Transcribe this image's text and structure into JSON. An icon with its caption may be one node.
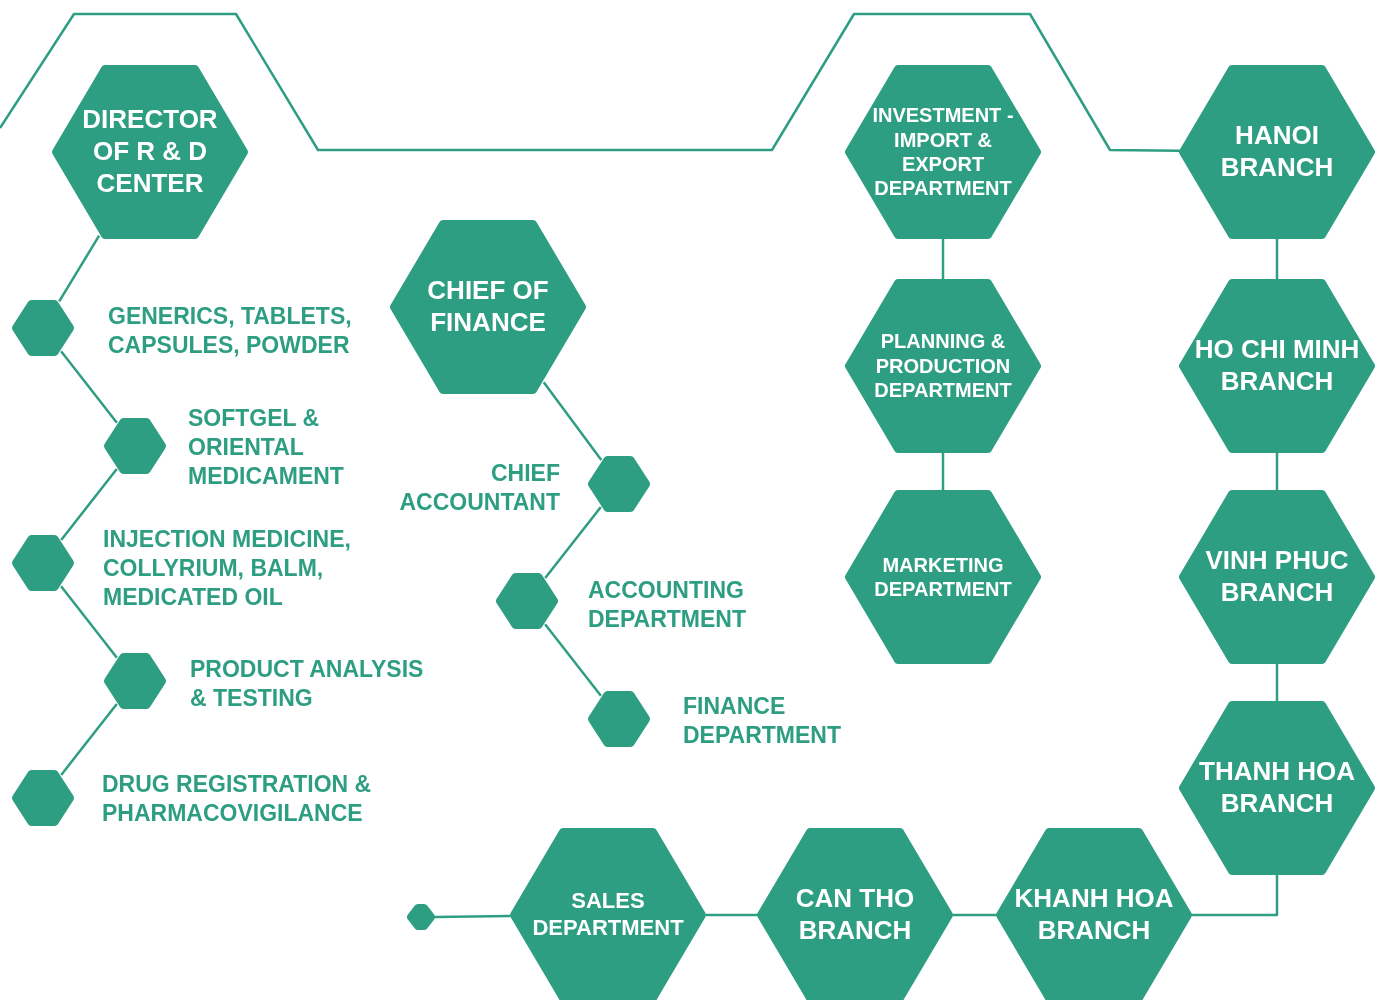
{
  "diagram": {
    "nodes": [
      {
        "text": [
          "DIRECTOR OF R & D CENTER"
        ]
      },
      {
        "text": [],
        "shape": "hexagon",
        "beside": [
          "GENERICS, TABLETS, CAPSULES, POWDER"
        ]
      },
      {
        "text": [],
        "shape": "hexagon",
        "beside": [
          "SOFTGEL & ORIENTAL MEDICAMENT"
        ]
      },
      {
        "text": [],
        "shape": "hexagon",
        "beside": [
          "INJECTION MEDICINE, COLLYRIUM, BALM, MEDICATED OIL"
        ]
      },
      {
        "text": [],
        "shape": "hexagon",
        "beside": [
          "PRODUCT ANALYSIS & TESTING"
        ]
      },
      {
        "text": [],
        "shape": "hexagon",
        "beside": [
          "DRUG REGISTRATION & PHARMACOVIGILANCE"
        ]
      },
      {
        "text": [
          "CHIEF OF FINANCE"
        ]
      },
      {
        "text": [],
        "shape": "hexagon",
        "beside": [
          "CHIEF ACCOUNTANT"
        ]
      },
      {
        "text": [],
        "shape": "hexagon",
        "beside": [
          "ACCOUNTING DEPARTMENT"
        ]
      },
      {
        "text": [],
        "shape": "hexagon",
        "beside": [
          "FINANCE DEPARTMENT"
        ]
      },
      {
        "text": [
          "INVESTMENT - IMPORT & EXPORT DEPARTMENT"
        ]
      },
      {
        "text": [
          "PLANNING & PRODUCTION DEPARTMENT"
        ]
      },
      {
        "text": [
          "MARKETING DEPARTMENT"
        ]
      },
      {
        "text": [
          "HANOI BRANCH"
        ]
      },
      {
        "text": [
          "HO CHI MINH BRANCH"
        ]
      },
      {
        "text": [
          "VINH PHUC BRANCH"
        ]
      },
      {
        "text": [
          "THANH HOA BRANCH"
        ]
      },
      {
        "text": [
          "KHANH HOA BRANCH"
        ]
      },
      {
        "text": [
          "CAN THO BRANCH"
        ]
      },
      {
        "text": [
          "SALES DEPARTMENT"
        ]
      },
      {
        "text": [],
        "shape": "hexagon"
      }
    ],
    "edges": [
      {
        "from": 0,
        "to": 1,
        "arrow": "none"
      },
      {
        "from": 1,
        "to": 2,
        "arrow": "none"
      },
      {
        "from": 2,
        "to": 3,
        "arrow": "none"
      },
      {
        "from": 3,
        "to": 4,
        "arrow": "none"
      },
      {
        "from": 4,
        "to": 5,
        "arrow": "none"
      },
      {
        "from": 6,
        "to": 7,
        "arrow": "none"
      },
      {
        "from": 7,
        "to": 8,
        "arrow": "none"
      },
      {
        "from": 8,
        "to": 9,
        "arrow": "none"
      },
      {
        "from": 10,
        "to": 11,
        "arrow": "none"
      },
      {
        "from": 11,
        "to": 12,
        "arrow": "none"
      },
      {
        "from": null,
        "to": 13,
        "arrow": "none"
      },
      {
        "from": 13,
        "to": 14,
        "arrow": "none"
      },
      {
        "from": 14,
        "to": 15,
        "arrow": "none"
      },
      {
        "from": 15,
        "to": 16,
        "arrow": "none"
      },
      {
        "from": 16,
        "to": 17,
        "arrow": "none"
      },
      {
        "from": 17,
        "to": 18,
        "arrow": "none"
      },
      {
        "from": 18,
        "to": 19,
        "arrow": "none"
      },
      {
        "from": 19,
        "to": 20,
        "arrow": "none"
      }
    ]
  }
}
